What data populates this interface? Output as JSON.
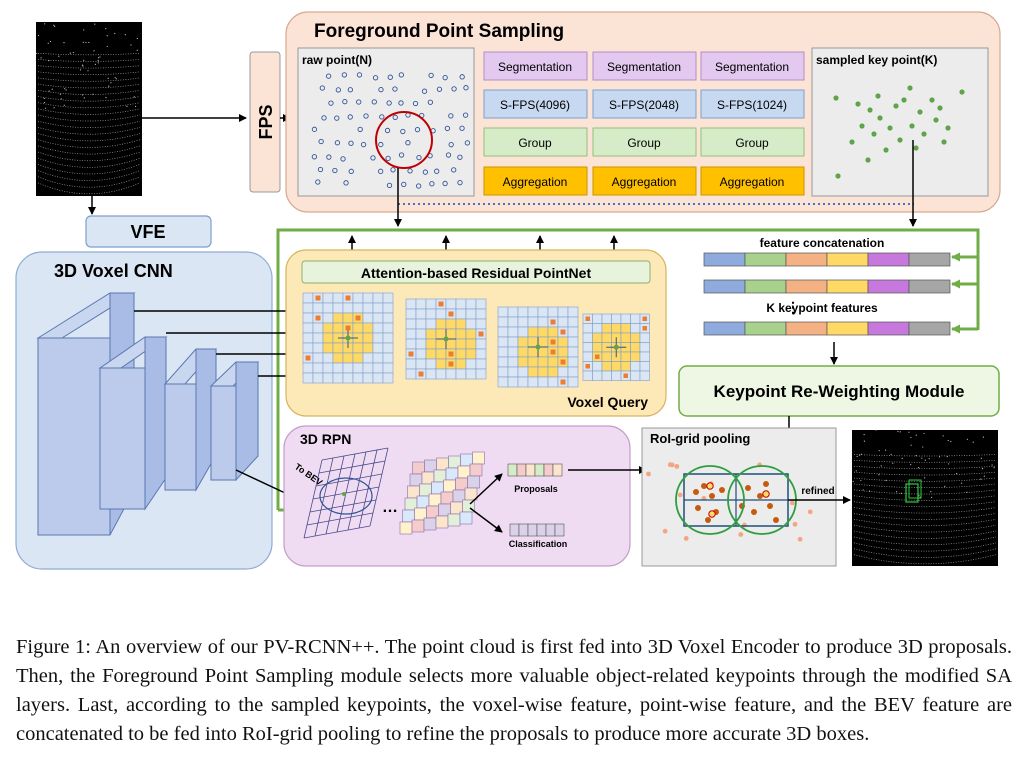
{
  "figure": {
    "fps_label": "FPS",
    "vfe_label": "VFE",
    "fg_title": "Foreground Point Sampling",
    "raw_point_label": "raw point(N)",
    "sampled_label": "sampled key point(K)",
    "stages": [
      {
        "seg": "Segmentation",
        "sfps": "S-FPS(4096)",
        "group": "Group",
        "agg": "Aggregation"
      },
      {
        "seg": "Segmentation",
        "sfps": "S-FPS(2048)",
        "group": "Group",
        "agg": "Aggregation"
      },
      {
        "seg": "Segmentation",
        "sfps": "S-FPS(1024)",
        "group": "Group",
        "agg": "Aggregation"
      }
    ],
    "cnn_title": "3D Voxel CNN",
    "attn_label": "Attention-based Residual PointNet",
    "voxel_query_label": "Voxel Query",
    "feat_concat_label": "feature concatenation",
    "keypoint_features_label": "K keypoint features",
    "krw_label": "Keypoint Re-Weighting Module",
    "rpn_title": "3D RPN",
    "to_bev_label": "To BEV",
    "proposals_label": "Proposals",
    "classification_label": "Classification",
    "roi_label": "RoI-grid pooling",
    "refined_label": "refined",
    "colors": {
      "fg_panel": "#fbe3d6",
      "seg": "#e3c9ef",
      "sfps": "#c7d9f1",
      "group": "#d6ebc8",
      "agg": "#ffc000",
      "cnn_panel": "#dbe6f5",
      "voxel_panel": "#fde9b7",
      "rpn_panel": "#f0dcf2",
      "krw_box": "#eef7e4",
      "green_line": "#70ad47"
    }
  },
  "caption": {
    "text": "Figure 1: An overview of our PV-RCNN++. The point cloud is first fed into 3D Voxel Encoder to produce 3D proposals. Then, the Foreground Point Sampling module selects more valuable object-related keypoints through the modified SA layers. Last, according to the sampled keypoints, the voxel-wise feature, point-wise feature, and the BEV feature are concatenated to be fed into RoI-grid pooling to refine the proposals to produce more accurate 3D boxes."
  }
}
